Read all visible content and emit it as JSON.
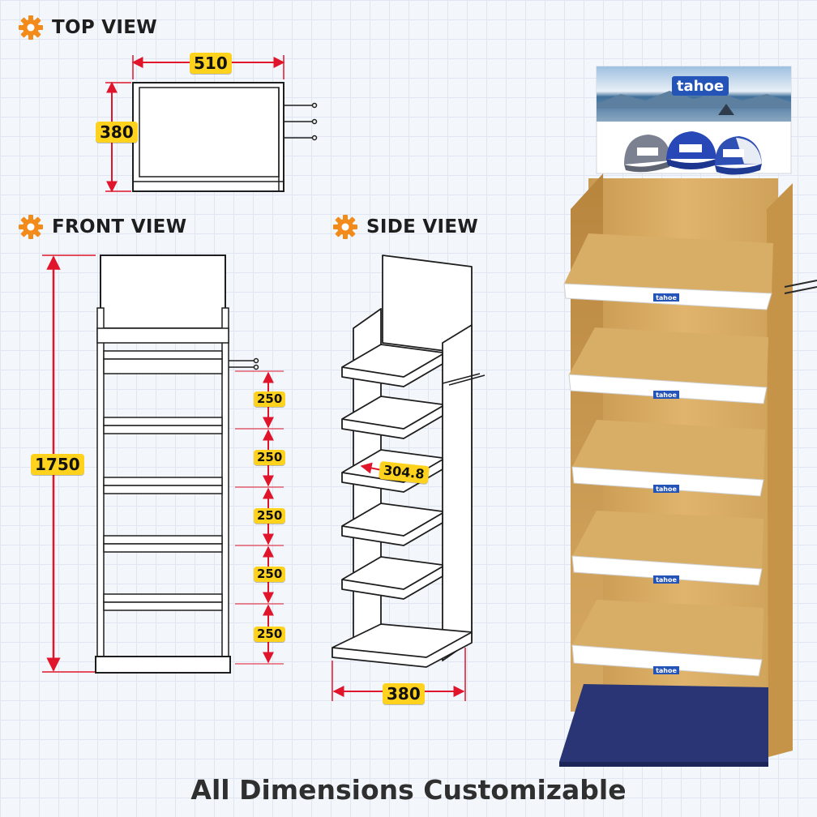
{
  "headings": {
    "top_view": "TOP VIEW",
    "front_view": "FRONT VIEW",
    "side_view": "SIDE VIEW"
  },
  "dimensions": {
    "top_width": "510",
    "top_depth": "380",
    "front_height": "1750",
    "shelf_spacing": [
      "250",
      "250",
      "250",
      "250",
      "250"
    ],
    "shelf_width": "304.8",
    "side_depth": "380"
  },
  "brand": {
    "logo_text": "tahoe",
    "shelf_label": "tahoe"
  },
  "footer": "All Dimensions Customizable",
  "colors": {
    "accent_orange": "#f28b1a",
    "dimension_red": "#e0152b",
    "label_yellow": "#ffd21e",
    "wood": "#d7ab63",
    "base_navy": "#2a3576",
    "cap_blue": "#2848b8"
  }
}
